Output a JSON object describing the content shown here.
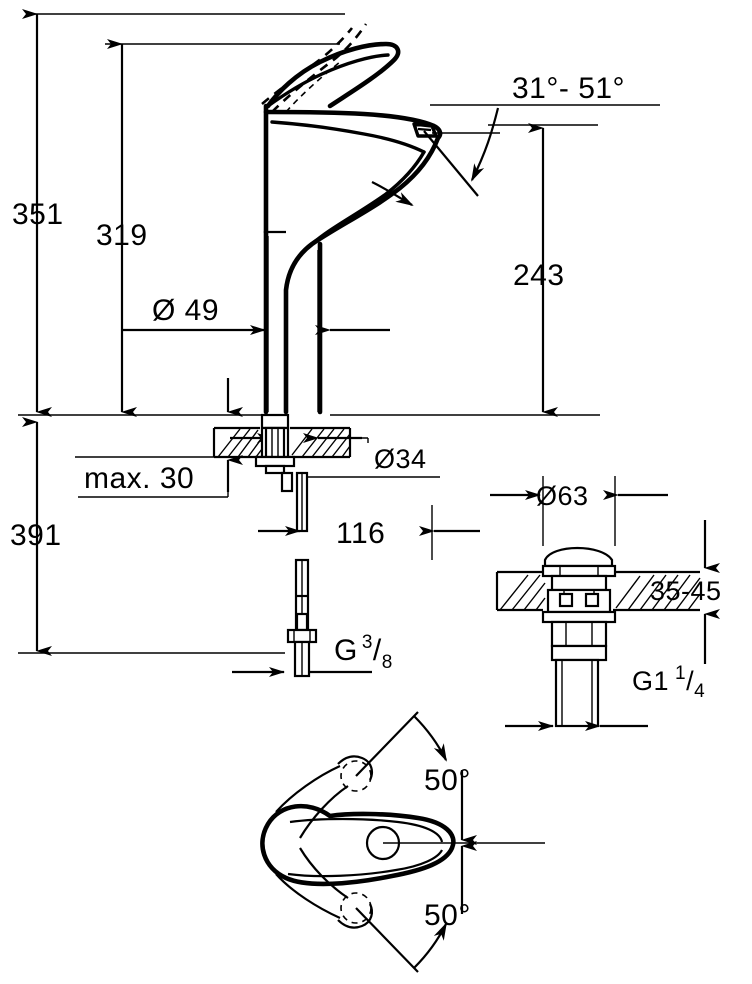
{
  "drawing": {
    "title": "Single-lever basin mixer dimensional drawing",
    "units": "mm",
    "line_color": "#000000",
    "background_color": "#ffffff"
  },
  "dimensions": {
    "total_height": "351",
    "spout_assembly_height": "319",
    "spout_outlet_height": "243",
    "overall_with_tail": "391",
    "body_diameter": "Ø 49",
    "shank_diameter": "Ø34",
    "counter_thickness": "max. 30",
    "tail_length": "116",
    "supply_thread_prefix": "G",
    "supply_thread_numerator": "3",
    "supply_thread_denominator": "8",
    "spout_swivel_angle": "31°- 51°"
  },
  "drain": {
    "cap_diameter": "Ø63",
    "counter_range": "35-45",
    "outlet_thread_prefix": "G1",
    "outlet_thread_numerator": "1",
    "outlet_thread_denominator": "4"
  },
  "lever_plan": {
    "angle_upper": "50°",
    "angle_lower": "50°"
  },
  "icons": {
    "arrowhead": "arrowhead-icon",
    "diameter_symbol": "diameter-symbol-icon",
    "degree_symbol": "degree-symbol-icon"
  }
}
